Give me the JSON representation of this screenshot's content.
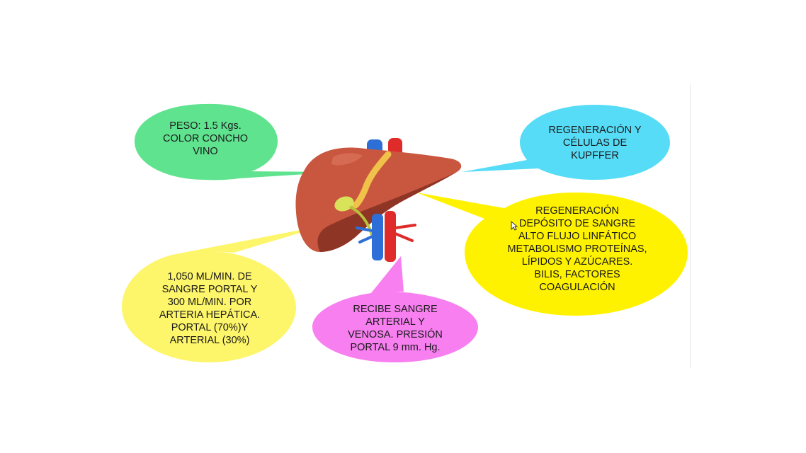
{
  "bubbles": {
    "weight_color": {
      "text": "PESO: 1.5 Kgs.\nCOLOR CONCHO\nVINO",
      "color": "#5fe38f"
    },
    "regeneration_kupffer": {
      "text": "REGENERACIÓN Y\nCÉLULAS DE\nKUPFFER",
      "color": "#56dcf7"
    },
    "functions": {
      "text": "REGENERACIÓN\nDEPÓSITO DE SANGRE\nALTO FLUJO LINFÁTICO\nMETABOLISMO PROTEÍNAS,\nLÍPIDOS Y AZÚCARES.\nBILIS, FACTORES\nCOAGULACIÓN",
      "color": "#fff200"
    },
    "blood_flow": {
      "text": "1,050 ML/MIN. DE\nSANGRE PORTAL Y\n300 ML/MIN. POR\nARTERIA HEPÁTICA.\nPORTAL (70%)Y\nARTERIAL (30%)",
      "color": "#fdf56a"
    },
    "portal_pressure": {
      "text": "RECIBE SANGRE\nARTERIAL Y\nVENOSA. PRESIÓN\nPORTAL  9 mm. Hg.",
      "color": "#f77ff0"
    }
  },
  "illustration": {
    "subject": "liver-with-gallbladder-and-vessels",
    "colors": {
      "liver": "#c9573f",
      "liver_dark": "#8e3526",
      "artery": "#e02b2b",
      "vein": "#2d6fd6",
      "gallbladder": "#d9e35a",
      "bile_duct": "#f0c24a"
    }
  }
}
